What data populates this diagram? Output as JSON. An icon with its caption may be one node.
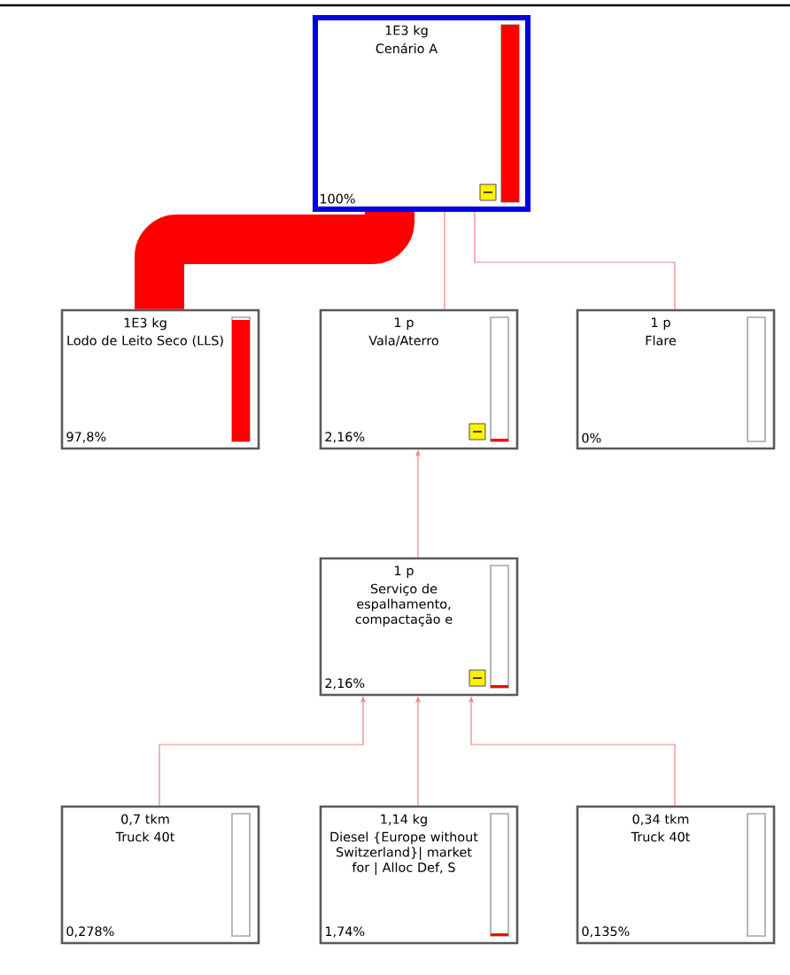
{
  "diagram": {
    "nodes": [
      {
        "text": [
          "1E3 kg",
          "Cenário A",
          "100%"
        ]
      },
      {
        "text": [
          "1E3 kg",
          "Lodo de Leito Seco (LLS)",
          "97,8%"
        ]
      },
      {
        "text": [
          "1 p",
          "Vala/Aterro",
          "2,16%"
        ]
      },
      {
        "text": [
          "1 p",
          "Flare",
          "0%"
        ]
      },
      {
        "text": [
          "1 p",
          "Serviço de espalhamento, compactação e",
          "2,16%"
        ]
      },
      {
        "text": [
          "0,7 tkm",
          "Truck 40t",
          "0,278%"
        ]
      },
      {
        "text": [
          "1,14 kg",
          "Diesel {Europe without Switzerland}| market for | Alloc Def, S",
          "1,74%"
        ]
      },
      {
        "text": [
          "0,34 tkm",
          "Truck 40t",
          "0,135%"
        ]
      }
    ],
    "edges": [
      {
        "from": 1,
        "to": 0,
        "arrow": "none",
        "style": "thick",
        "color": "#ff0000"
      },
      {
        "from": 2,
        "to": 0,
        "arrow": "none"
      },
      {
        "from": 3,
        "to": 0,
        "arrow": "none"
      },
      {
        "from": 4,
        "to": 2,
        "arrow": "to"
      },
      {
        "from": 5,
        "to": 4,
        "arrow": "to"
      },
      {
        "from": 6,
        "to": 4,
        "arrow": "to"
      },
      {
        "from": 7,
        "to": 4,
        "arrow": "to"
      }
    ]
  }
}
